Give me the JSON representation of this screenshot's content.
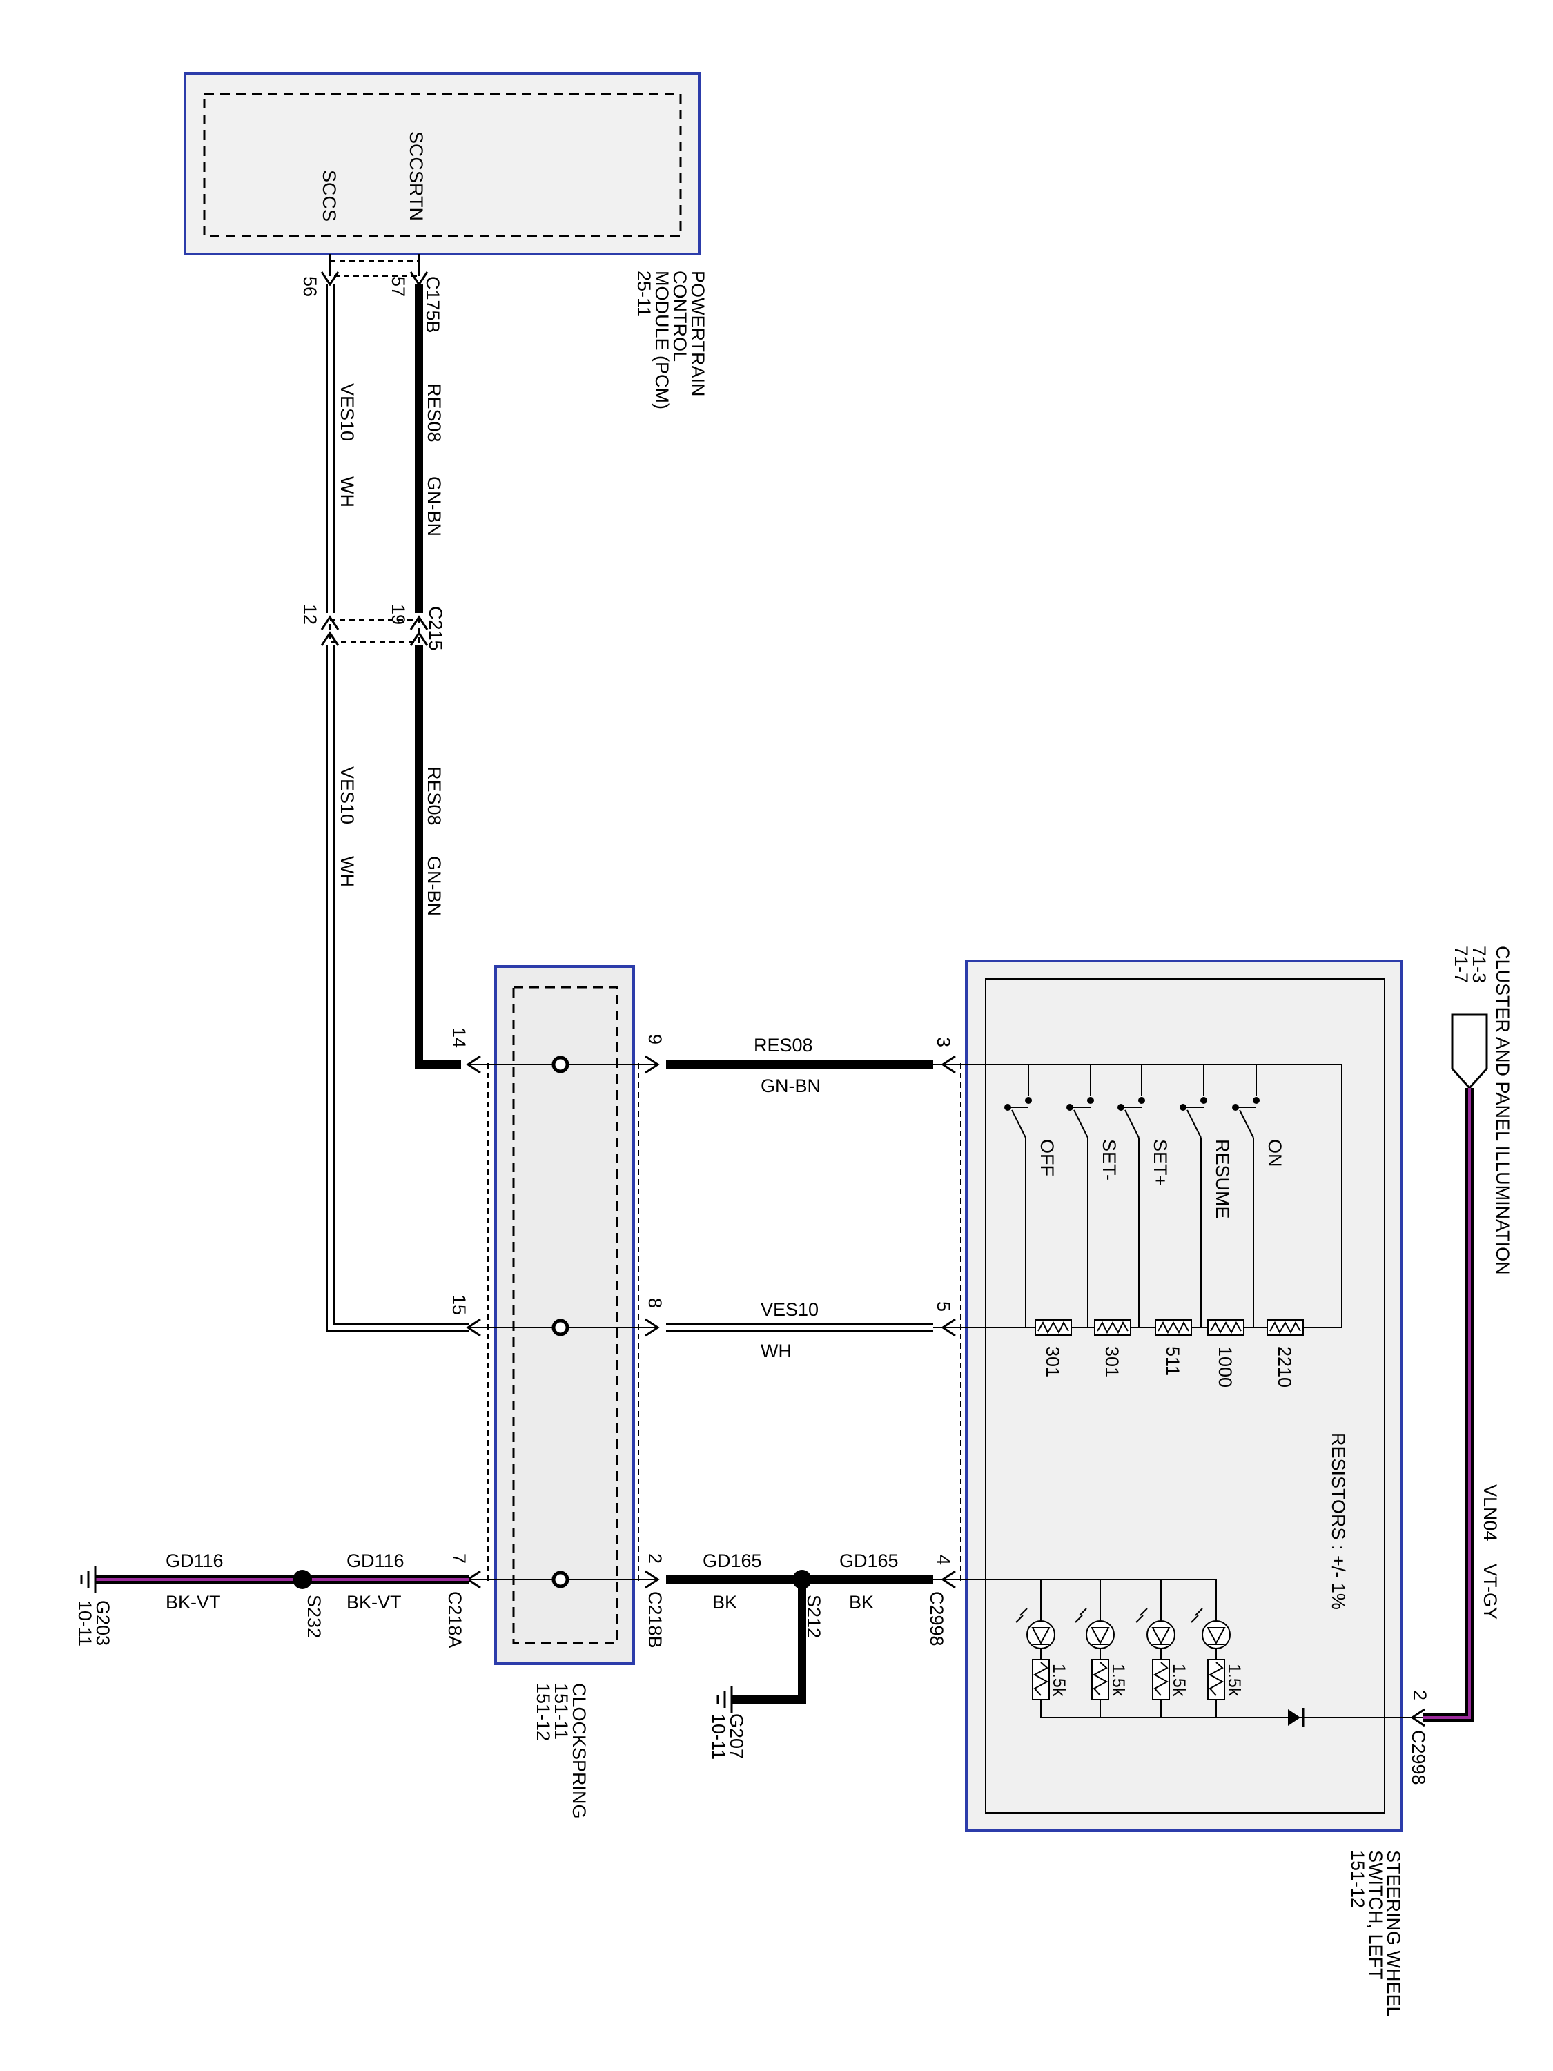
{
  "pcm": {
    "name_lines": [
      "POWERTRAIN",
      "CONTROL",
      "MODULE (PCM)",
      "25-11"
    ],
    "pins": {
      "sccs": "SCCS",
      "sccsrtn": "SCCSRTN"
    }
  },
  "c175b": {
    "name": "C175B",
    "pin_a": "56",
    "pin_b": "57"
  },
  "c215": {
    "name": "C215",
    "pin_a": "12",
    "pin_b": "19"
  },
  "wires": {
    "ves10": {
      "circuit": "VES10",
      "color": "WH"
    },
    "res08": {
      "circuit": "RES08",
      "color": "GN-BN"
    },
    "gd165": {
      "circuit": "GD165",
      "color": "BK"
    },
    "gd116": {
      "circuit": "GD116",
      "color": "BK-VT"
    },
    "vln04": {
      "circuit": "VLN04",
      "color": "VT-GY"
    }
  },
  "clockspring": {
    "name_lines": [
      "CLOCKSPRING",
      "151-11",
      "151-12"
    ]
  },
  "c218a": {
    "name": "C218A",
    "pins": [
      "14",
      "15",
      "7"
    ]
  },
  "c218b": {
    "name": "C218B",
    "pins": [
      "9",
      "8",
      "2"
    ]
  },
  "c2998": {
    "name": "C2998",
    "pins": [
      "3",
      "5",
      "4",
      "2"
    ]
  },
  "splices": {
    "s212": "S212",
    "s232": "S232"
  },
  "grounds": {
    "g207": [
      "G207",
      "10-11"
    ],
    "g203": [
      "G203",
      "10-11"
    ]
  },
  "switch": {
    "name_lines": [
      "STEERING WHEEL",
      "SWITCH, LEFT",
      "151-12"
    ],
    "positions": [
      "OFF",
      "SET-",
      "SET+",
      "RESUME",
      "ON"
    ],
    "resistors": [
      "301",
      "301",
      "511",
      "1000",
      "2210"
    ],
    "tolerance": "RESISTORS : +/- 1%",
    "led_resistors": [
      "1.5k",
      "1.5k",
      "1.5k",
      "1.5k"
    ]
  },
  "cluster": {
    "name": "CLUSTER AND PANEL ILLUMINATION",
    "refs": [
      "71-3",
      "71-7"
    ]
  }
}
